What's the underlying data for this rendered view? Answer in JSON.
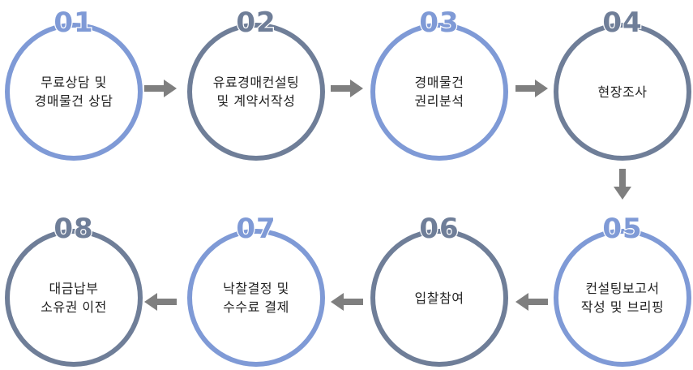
{
  "steps": [
    {
      "number": "01",
      "label": "무료상담 및\n경매물건 상담",
      "accent": "#7f9ad6"
    },
    {
      "number": "02",
      "label": "유료경매컨설팅\n및 계약서작성",
      "accent": "#6f7e98"
    },
    {
      "number": "03",
      "label": "경매물건\n권리분석",
      "accent": "#7f9ad6"
    },
    {
      "number": "04",
      "label": "현장조사",
      "accent": "#6f7e98"
    },
    {
      "number": "05",
      "label": "컨설팅보고서\n작성 및 브리핑",
      "accent": "#7f9ad6"
    },
    {
      "number": "06",
      "label": "입찰참여",
      "accent": "#6f7e98"
    },
    {
      "number": "07",
      "label": "낙찰결정 및\n수수료 결제",
      "accent": "#7f9ad6"
    },
    {
      "number": "08",
      "label": "대금납부\n소유권 이전",
      "accent": "#6f7e98"
    }
  ],
  "colors": {
    "light": "#7f9ad6",
    "dark": "#6f7e98",
    "arrow": "#7f7f7f"
  }
}
